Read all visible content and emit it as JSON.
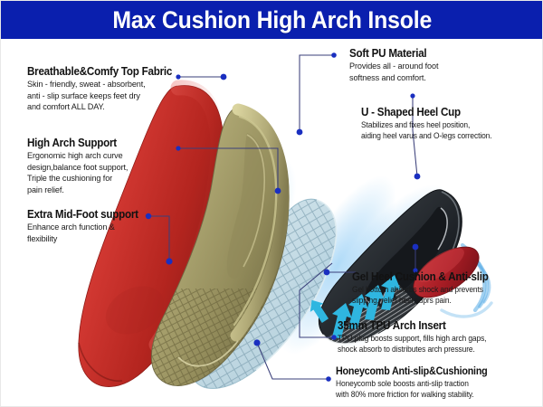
{
  "header": {
    "title": "Max Cushion High Arch Insole",
    "background_color": "#0a1fae",
    "text_color": "#ffffff"
  },
  "colors": {
    "header_blue": "#0a1fae",
    "leader_line": "#3a3f7a",
    "leader_dot": "#1a2fc0",
    "glow_blue": "#3f9fe8",
    "arrow_cyan": "#2fb6e0",
    "top_fabric_red": "#c8302e",
    "pu_olive": "#a7a173",
    "heel_cup_black": "#2b2f33",
    "gel_pad_red": "#b01f27",
    "honeycomb_blue": "#b6d2dd"
  },
  "callouts": [
    {
      "id": "breathable-top-fabric",
      "title": "Breathable&Comfy Top Fabric",
      "body": "Skin - friendly, sweat - absorbent,\nanti - slip surface keeps feet dry\nand comfort ALL DAY.",
      "side": "left"
    },
    {
      "id": "high-arch-support",
      "title": "High Arch Support",
      "body": "Ergonomic high arch curve\ndesign,balance foot support,\nTriple the cushioning for\npain relief.",
      "side": "left"
    },
    {
      "id": "extra-mid-foot-support",
      "title": "Extra Mid-Foot support",
      "body": "Enhance arch function &\nflexibility",
      "side": "left"
    },
    {
      "id": "soft-pu-material",
      "title": "Soft PU Material",
      "body": "Provides all - around foot\nsoftness and comfort.",
      "side": "right"
    },
    {
      "id": "u-shaped-heel-cup",
      "title": "U - Shaped Heel Cup",
      "body": "Stabilizes and fixes heel position,\naiding heel varus and O-legs correction.",
      "side": "right"
    },
    {
      "id": "gel-heel-cushion",
      "title": "Gel Heel Cushion & Anti-slip",
      "body": "Gel bottom absorbs shock and prevents\nslipping,  relief heel suprs pain.",
      "side": "right"
    },
    {
      "id": "tpu-arch-insert",
      "title": "35mm TPU Arch Insert",
      "body": "TPU plug boosts support, fills high arch gaps,\nshock absorb to distributes arch pressure.",
      "side": "right"
    },
    {
      "id": "honeycomb-anti-slip",
      "title": "Honeycomb Anti-slip&Cushioning",
      "body": "Honeycomb sole boosts anti-slip traction\nwith 80% more friction for walking stability.",
      "side": "right"
    }
  ],
  "artwork": {
    "layers": [
      {
        "name": "top-fabric-layer",
        "label": "red breathable top fabric insole"
      },
      {
        "name": "pu-midsole-layer",
        "label": "olive soft PU midsole with U-shaped heel cup"
      },
      {
        "name": "heel-cup-layer",
        "label": "black TPU heel cup with arch insert"
      },
      {
        "name": "gel-pad",
        "label": "red gel heel cushion pad"
      },
      {
        "name": "honeycomb-sole-layer",
        "label": "translucent blue honeycomb outsole"
      }
    ],
    "arrow_count": 4
  }
}
